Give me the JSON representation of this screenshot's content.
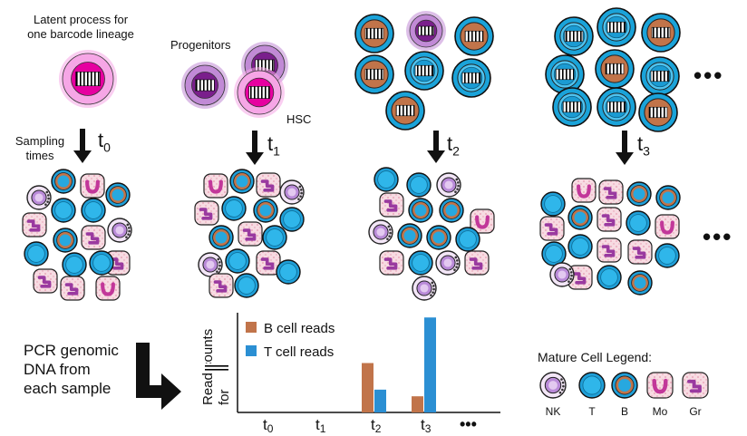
{
  "labels": {
    "latent_process": [
      "Latent process for",
      "one barcode lineage"
    ],
    "progenitors": "Progenitors",
    "hsc": "HSC",
    "sampling_times": [
      "Sampling",
      "times"
    ],
    "pcr": [
      "PCR genomic",
      "DNA from",
      "each sample"
    ],
    "ellipsis": "•••"
  },
  "time_labels": [
    {
      "t": "t",
      "sub": "0"
    },
    {
      "t": "t",
      "sub": "1"
    },
    {
      "t": "t",
      "sub": "2"
    },
    {
      "t": "t",
      "sub": "3"
    }
  ],
  "legend": {
    "title": "Mature Cell Legend:",
    "items": [
      {
        "label": "NK",
        "type": "nk"
      },
      {
        "label": "T",
        "type": "t"
      },
      {
        "label": "B",
        "type": "b"
      },
      {
        "label": "Mo",
        "type": "mo"
      },
      {
        "label": "Gr",
        "type": "gr"
      }
    ]
  },
  "colors": {
    "hsc_pink": "#e600a0",
    "progenitor_purple": "#7a1f8c",
    "t_blue": "#1aa3d9",
    "b_brown": "#c1744a",
    "nk_lilac": "#b98ad8",
    "mo_pink": "#c2379a",
    "gr_pink": "#e98aa8"
  },
  "chart_data": {
    "type": "bar",
    "categories": [
      "t0",
      "t1",
      "t2",
      "t3"
    ],
    "tick_labels": [
      {
        "t": "t",
        "sub": "0"
      },
      {
        "t": "t",
        "sub": "1"
      },
      {
        "t": "t",
        "sub": "2"
      },
      {
        "t": "t",
        "sub": "3"
      }
    ],
    "series": [
      {
        "name": "B cell reads",
        "color": "#c1744a",
        "values": [
          0,
          0,
          0.52,
          0.17
        ]
      },
      {
        "name": "T cell reads",
        "color": "#2b8fd3",
        "values": [
          0,
          0,
          0.24,
          1.0
        ]
      }
    ],
    "ylabel": [
      "Read counts",
      "for"
    ],
    "ylim": [
      0,
      1.05
    ],
    "legend_position": "top-left",
    "x_ellipsis": "•••"
  }
}
